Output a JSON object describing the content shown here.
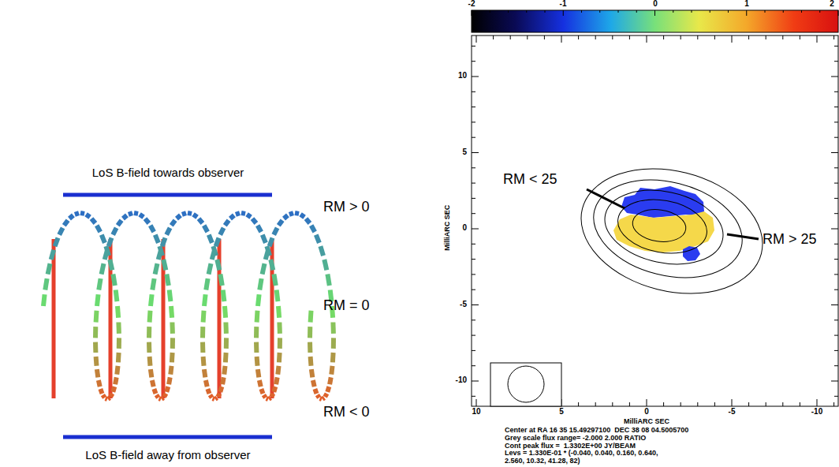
{
  "diagram": {
    "labels": [
      "LoS B-field towards observer",
      "RM > 0",
      "RM = 0",
      "RM < 0",
      "LoS B-field away from observer",
      "-2",
      "-1",
      "0",
      "1",
      "2",
      "10",
      "5",
      "0",
      "-5",
      "-10",
      "MilliARC SEC",
      "10",
      "5",
      "0",
      "-5",
      "-10",
      "MilliARC SEC",
      "RM < 25",
      "RM > 25",
      "Center at RA 16 35 15.49297100  DEC 38 08 04.5005700",
      "Grey scale flux range= -2.000 2.000 RATIO",
      "Cont peak flux =  1.3302E+00 JY/BEAM",
      "Levs = 1.330E-01 * (-0.040, 0.040, 0.160, 0.640,",
      "2.560, 10.32, 41.28, 82)"
    ]
  }
}
